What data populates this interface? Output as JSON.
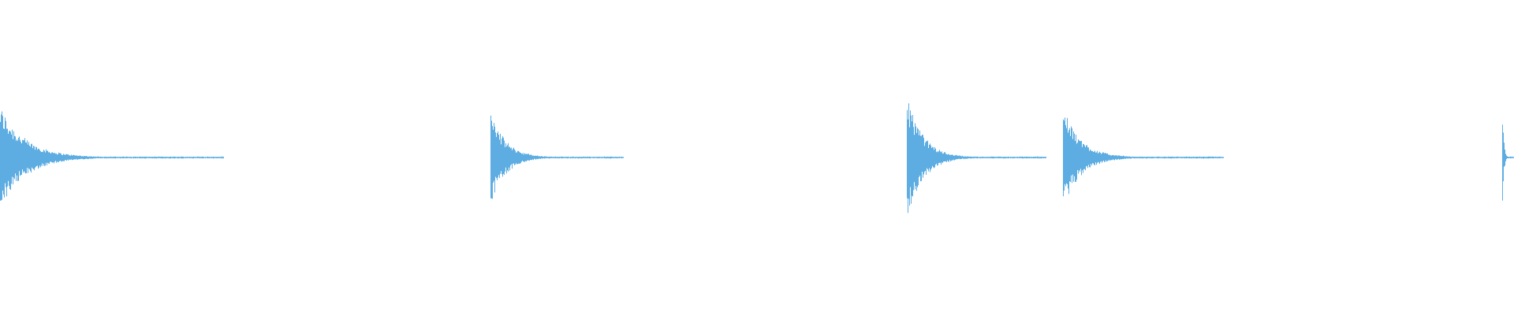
{
  "waveform": {
    "color": "#5dade2",
    "baseline_color": "#5dade2",
    "hits": [
      {
        "time_fraction": 0.0,
        "peak_amplitude": 0.47,
        "decay_fraction": 0.148
      },
      {
        "time_fraction": 0.324,
        "peak_amplitude": 0.43,
        "decay_fraction": 0.088
      },
      {
        "time_fraction": 0.599,
        "peak_amplitude": 0.58,
        "decay_fraction": 0.092
      },
      {
        "time_fraction": 0.702,
        "peak_amplitude": 0.45,
        "decay_fraction": 0.106
      },
      {
        "time_fraction": 0.992,
        "peak_amplitude": 0.47,
        "decay_fraction": 0.008
      }
    ]
  }
}
